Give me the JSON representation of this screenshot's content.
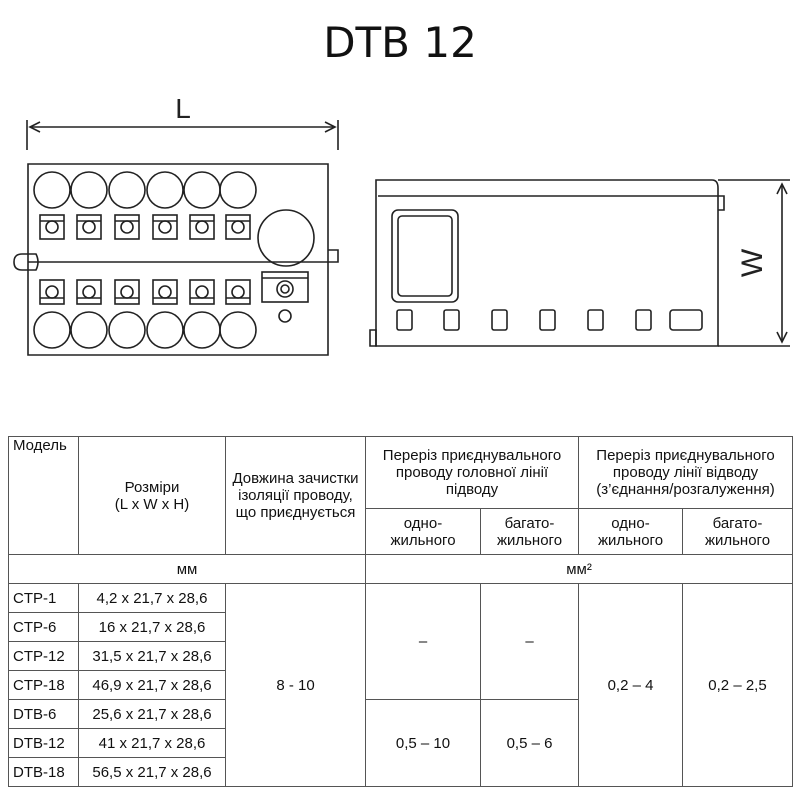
{
  "title": "DTB 12",
  "drawing": {
    "length_label": "L",
    "width_label": "W"
  },
  "table": {
    "headers": {
      "model": "Модель",
      "dimensions": "Розміри\n(L x W x H)",
      "strip_length": "Довжина зачистки ізоляції проводу, що приєднується",
      "main_line": "Переріз приєднувального проводу головної лінії підводу",
      "branch_line": "Переріз приєднувального проводу лінії відводу (з’єднання/розгалуження)",
      "solid": "одно-\nжильного",
      "stranded": "багато-\nжильного"
    },
    "units": {
      "mm": "мм",
      "mm2": "мм²"
    },
    "rows": [
      {
        "model": "CTP-1",
        "dims": "4,2 x 21,7 x 28,6"
      },
      {
        "model": "CTP-6",
        "dims": "16 x 21,7 x 28,6"
      },
      {
        "model": "CTP-12",
        "dims": "31,5 x 21,7 x 28,6"
      },
      {
        "model": "CTP-18",
        "dims": "46,9 x 21,7 x 28,6"
      },
      {
        "model": "DTB-6",
        "dims": "25,6 x 21,7 x 28,6"
      },
      {
        "model": "DTB-12",
        "dims": "41 x 21,7 x 28,6"
      },
      {
        "model": "DTB-18",
        "dims": "56,5 x 21,7 x 28,6"
      }
    ],
    "strip_value": "8 - 10",
    "ctp_main_solid": "–",
    "ctp_main_stranded": "–",
    "dtb_main_solid": "0,5 – 10",
    "dtb_main_stranded": "0,5 – 6",
    "branch_solid": "0,2 – 4",
    "branch_stranded": "0,2 – 2,5"
  }
}
